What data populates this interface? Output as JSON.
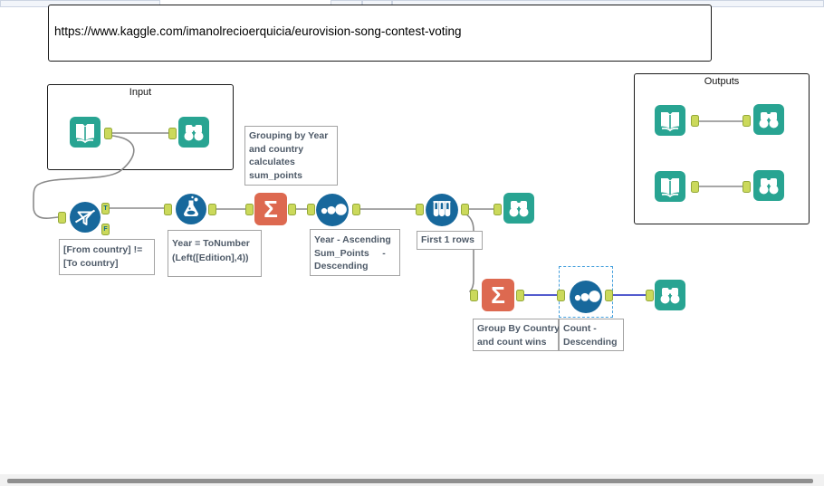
{
  "url_note": {
    "text": "https://www.kaggle.com/imanolrecioerquicia/eurovision-song-contest-voting"
  },
  "containers": {
    "input_label": "Input",
    "outputs_label": "Outputs"
  },
  "anchor_labels": {
    "true": "T",
    "false": "F"
  },
  "icons": {
    "sigma": "Σ"
  },
  "annotations": {
    "grouping": "Grouping by Year\nand country\ncalculates\nsum_points",
    "filter_expr": "[From country] !=\n[To country]",
    "formula_expr": "Year = ToNumber\n(Left([Edition],4))",
    "sort_main": "Year - Ascending\nSum_Points     -\nDescending",
    "sample": "First 1 rows",
    "summarize_wins": "Group By Country\nand count wins",
    "sort_wins": "Count -\nDescending"
  },
  "colors": {
    "tool_blue": "#17689c",
    "tool_teal": "#28a492",
    "tool_orange": "#dd6950",
    "anchor_green": "#cbd95b",
    "anchor_border": "#94a839",
    "wire_gray": "#8a8a8a",
    "wire_selected": "#3b44c8",
    "selection_dash": "#45a0dd",
    "annotation_text": "#4e5a68",
    "tab_fill": "#f2f5fa"
  }
}
